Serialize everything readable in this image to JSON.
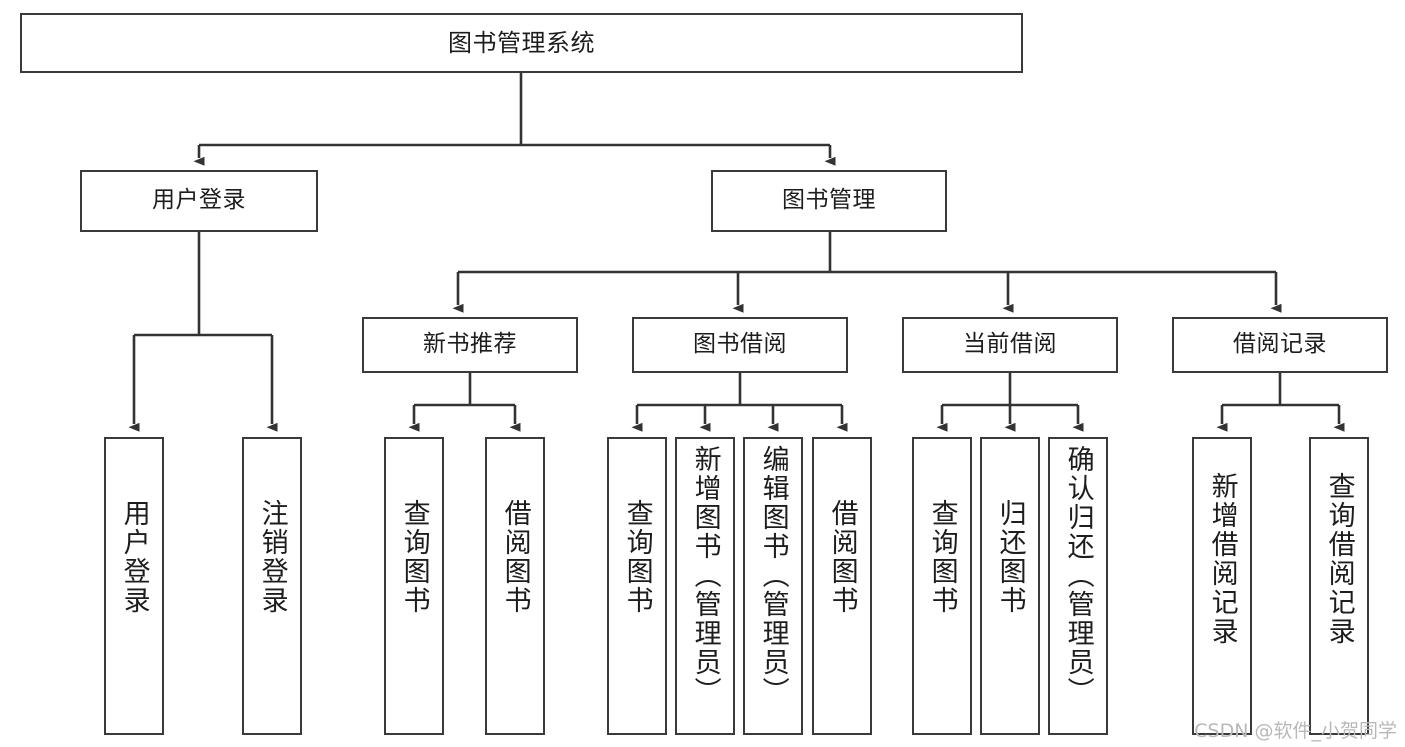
{
  "diagram": {
    "title": "图书管理系统",
    "watermark": "CSDN @软件_小贺同学",
    "colors": {
      "box_border": "#3a3a3a",
      "connector": "#333333",
      "background": "#ffffff",
      "text": "#1d1d1d",
      "watermark": "#b9b9b9"
    },
    "root": {
      "label": "图书管理系统"
    },
    "level1": [
      {
        "label": "用户登录"
      },
      {
        "label": "图书管理"
      }
    ],
    "level2": [
      {
        "label": "新书推荐"
      },
      {
        "label": "图书借阅"
      },
      {
        "label": "当前借阅"
      },
      {
        "label": "借阅记录"
      }
    ],
    "leaves": {
      "user_login": [
        {
          "label": "用户登录"
        },
        {
          "label": "注销登录"
        }
      ],
      "new_book_recommend": [
        {
          "label": "查询图书"
        },
        {
          "label": "借阅图书"
        }
      ],
      "book_borrow": [
        {
          "label": "查询图书"
        },
        {
          "label": "新增图书（管理员）"
        },
        {
          "label": "编辑图书（管理员）"
        },
        {
          "label": "借阅图书"
        }
      ],
      "current_borrow": [
        {
          "label": "查询图书"
        },
        {
          "label": "归还图书"
        },
        {
          "label": "确认归还（管理员）"
        }
      ],
      "borrow_record": [
        {
          "label": "新增借阅记录"
        },
        {
          "label": "查询借阅记录"
        }
      ]
    }
  }
}
